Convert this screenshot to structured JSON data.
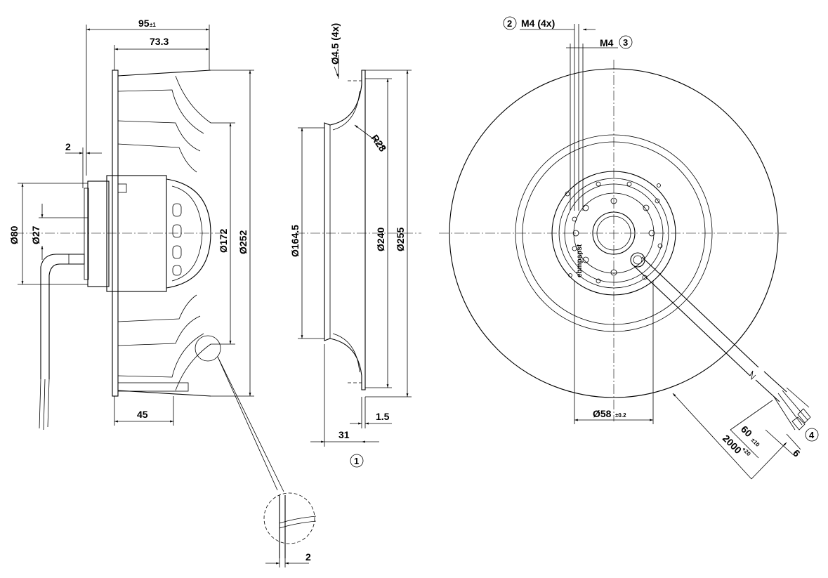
{
  "drawing": {
    "left_view": {
      "dim_overall_depth": "95",
      "dim_overall_depth_tol": "±1",
      "dim_impeller_depth": "73.3",
      "dim_gap": "2",
      "dim_hub_dia": "Ø80",
      "dim_shaft_dia": "Ø27",
      "dim_inner_dia": "Ø172",
      "dim_outer_dia": "Ø252",
      "dim_mount_depth": "45"
    },
    "middle_view": {
      "dim_hole": "Ø4.5 (4x)",
      "dim_radius": "R28",
      "dim_inlet_dia": "Ø164.5",
      "dim_ring_dia": "Ø240",
      "dim_flange_dia": "Ø255",
      "dim_thickness": "1.5",
      "dim_depth": "31",
      "callout_1": "1"
    },
    "right_view": {
      "callout_2": "2",
      "thread_4x": "M4 (4x)",
      "thread_single": "M4",
      "callout_3": "3",
      "dim_hub": "Ø58",
      "dim_hub_tol": "±0.2",
      "dim_strip": "60",
      "dim_strip_tol": "±10",
      "dim_cable": "2000",
      "dim_cable_tol": "+20",
      "dim_ferrule": "6",
      "callout_4": "4",
      "label_brand": "ebmpapst"
    },
    "detail_view": {
      "dim_gap": "2"
    }
  }
}
